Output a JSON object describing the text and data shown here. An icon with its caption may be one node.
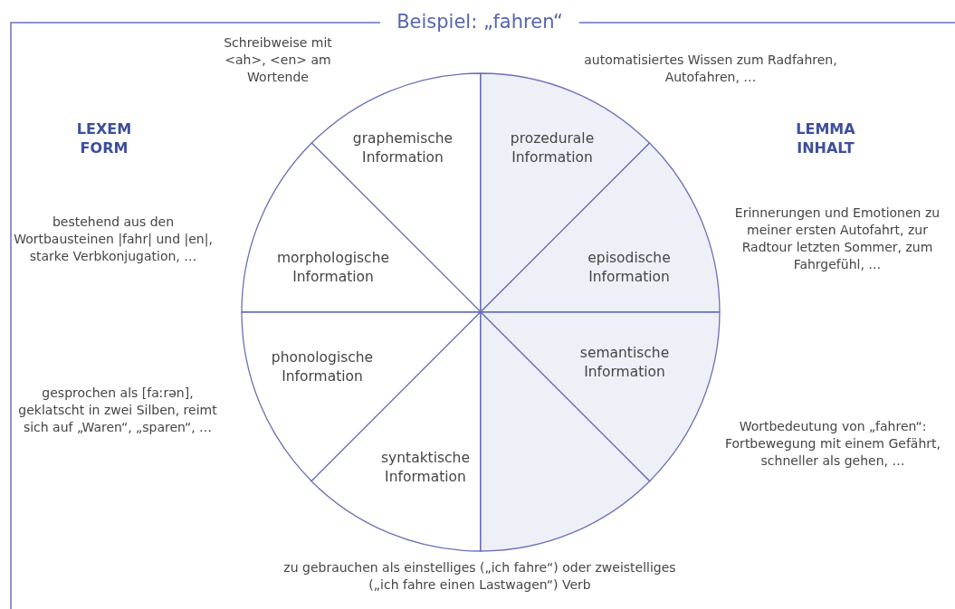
{
  "diagram": {
    "title": "Beispiel: „fahren“",
    "nodes": [
      {
        "text": [
          "graphemische Information"
        ]
      },
      {
        "text": [
          "prozedurale Information"
        ]
      },
      {
        "text": [
          "morphologische Information"
        ]
      },
      {
        "text": [
          "episodische Information"
        ]
      },
      {
        "text": [
          "phonologische Information"
        ]
      },
      {
        "text": [
          "semantische Information"
        ]
      },
      {
        "text": [
          "syntaktische Information"
        ]
      },
      {
        "text": [],
        "shape": "wedge"
      }
    ],
    "labels": [
      "Schreibweise mit <ah>, <en> am Wortende",
      "automatisiertes Wissen zum Radfahren, Autofahren, …",
      "LEXEM FORM",
      "LEMMA INHALT",
      "Erinnerungen und Emotionen zu meiner ersten Autofahrt, zur Radtour letzten Sommer, zum Fahrgefühl, …",
      "bestehend aus den Wortbausteinen |fahr| und |en|, starke Verbkonjugation, …",
      "gesprochen als [faːrən], geklatscht in zwei Silben, reimt sich auf „Waren“, „sparen“, …",
      "Wortbedeutung von „fahren“: Fortbewegung mit einem Gefährt, schneller als gehen, …",
      "zu gebrauchen als einstelliges („ich fahre“) oder zweistelliges („ich fahre einen Lastwagen“) Verb"
    ]
  }
}
